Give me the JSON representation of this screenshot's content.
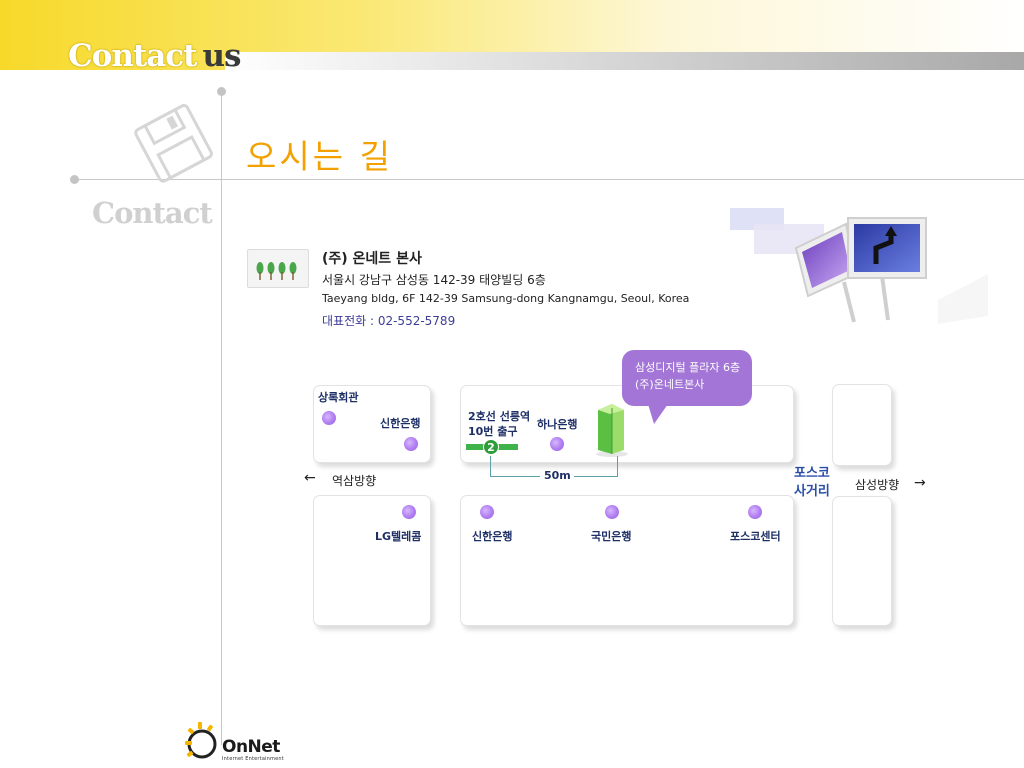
{
  "header": {
    "title_part1": "Contact",
    "title_part2": "us"
  },
  "watermark": "Contact",
  "section_title": "오시는 길",
  "company": {
    "name": "(주) 온네트 본사",
    "address_ko": "서울시 강남구 삼성동 142-39 태양빌딩 6층",
    "address_en": "Taeyang bldg, 6F 142-39 Samsung-dong Kangnamgu, Seoul, Korea",
    "tel": "대표전화 : 02-552-5789"
  },
  "map": {
    "callout_line1": "삼성디지털 플라자 6층",
    "callout_line2": "(주)온네트본사",
    "labels": {
      "sangnok": "상록회관",
      "shinhan_top": "신한은행",
      "station_line1": "2호선 선릉역",
      "station_line2": "10번 출구",
      "station_num": "2",
      "hana": "하나은행",
      "distance": "50m",
      "left_direction": "역삼방향",
      "posco_line1": "포스코",
      "posco_line2": "사거리",
      "right_direction": "삼성방향",
      "lg": "LG텔레콤",
      "shinhan_bottom": "신한은행",
      "kookmin": "국민은행",
      "posco_center": "포스코센터"
    },
    "arrow_left": "←",
    "arrow_right": "→"
  },
  "logo": {
    "name": "OnNet",
    "tagline": "Internet Entertainment"
  },
  "colors": {
    "accent": "#f2a100",
    "callout": "#a275d6",
    "place_dot": "#b07cf0",
    "station": "#3fb34a"
  },
  "icons": [
    "floppy-disk-icon",
    "tree-icon",
    "road-sign-icon",
    "building-icon",
    "sun-logo-icon"
  ]
}
